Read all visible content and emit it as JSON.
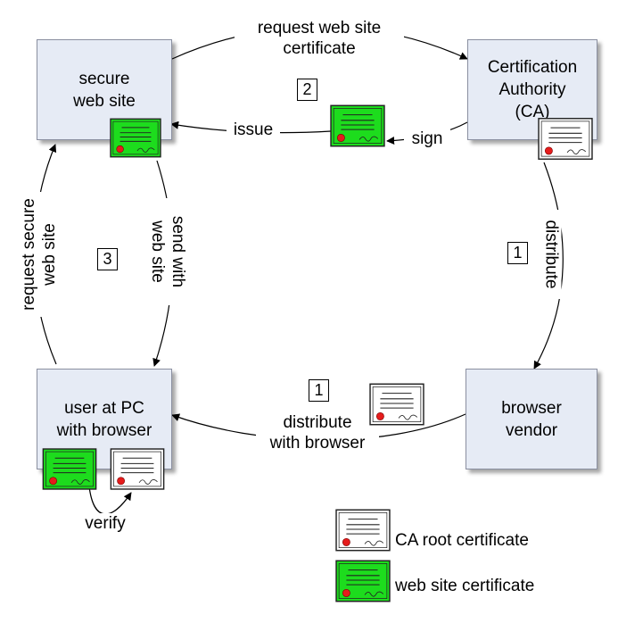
{
  "nodes": {
    "secure_site": "secure\nweb site",
    "ca": "Certification\nAuthority\n(CA)",
    "browser_vendor": "browser\nvendor",
    "user_pc": "user at PC\nwith browser"
  },
  "edges": {
    "request_cert": "request web site\ncertificate",
    "issue": "issue",
    "sign": "sign",
    "distribute_vendor": "distribute",
    "distribute_browser": "distribute\nwith browser",
    "request_secure": "request secure\nweb site",
    "send_with": "send with\nweb site",
    "verify": "verify"
  },
  "steps": {
    "sign_step": "2",
    "vendor_step": "1",
    "browser_step": "1",
    "user_step": "3"
  },
  "legend": {
    "ca_root": "CA root certificate",
    "web_site": "web site certificate"
  },
  "colors": {
    "node_fill": "#e6ebf5",
    "web_cert_fill": "#1ddc1d",
    "ca_cert_fill": "#ffffff",
    "seal": "#e51c1c"
  }
}
